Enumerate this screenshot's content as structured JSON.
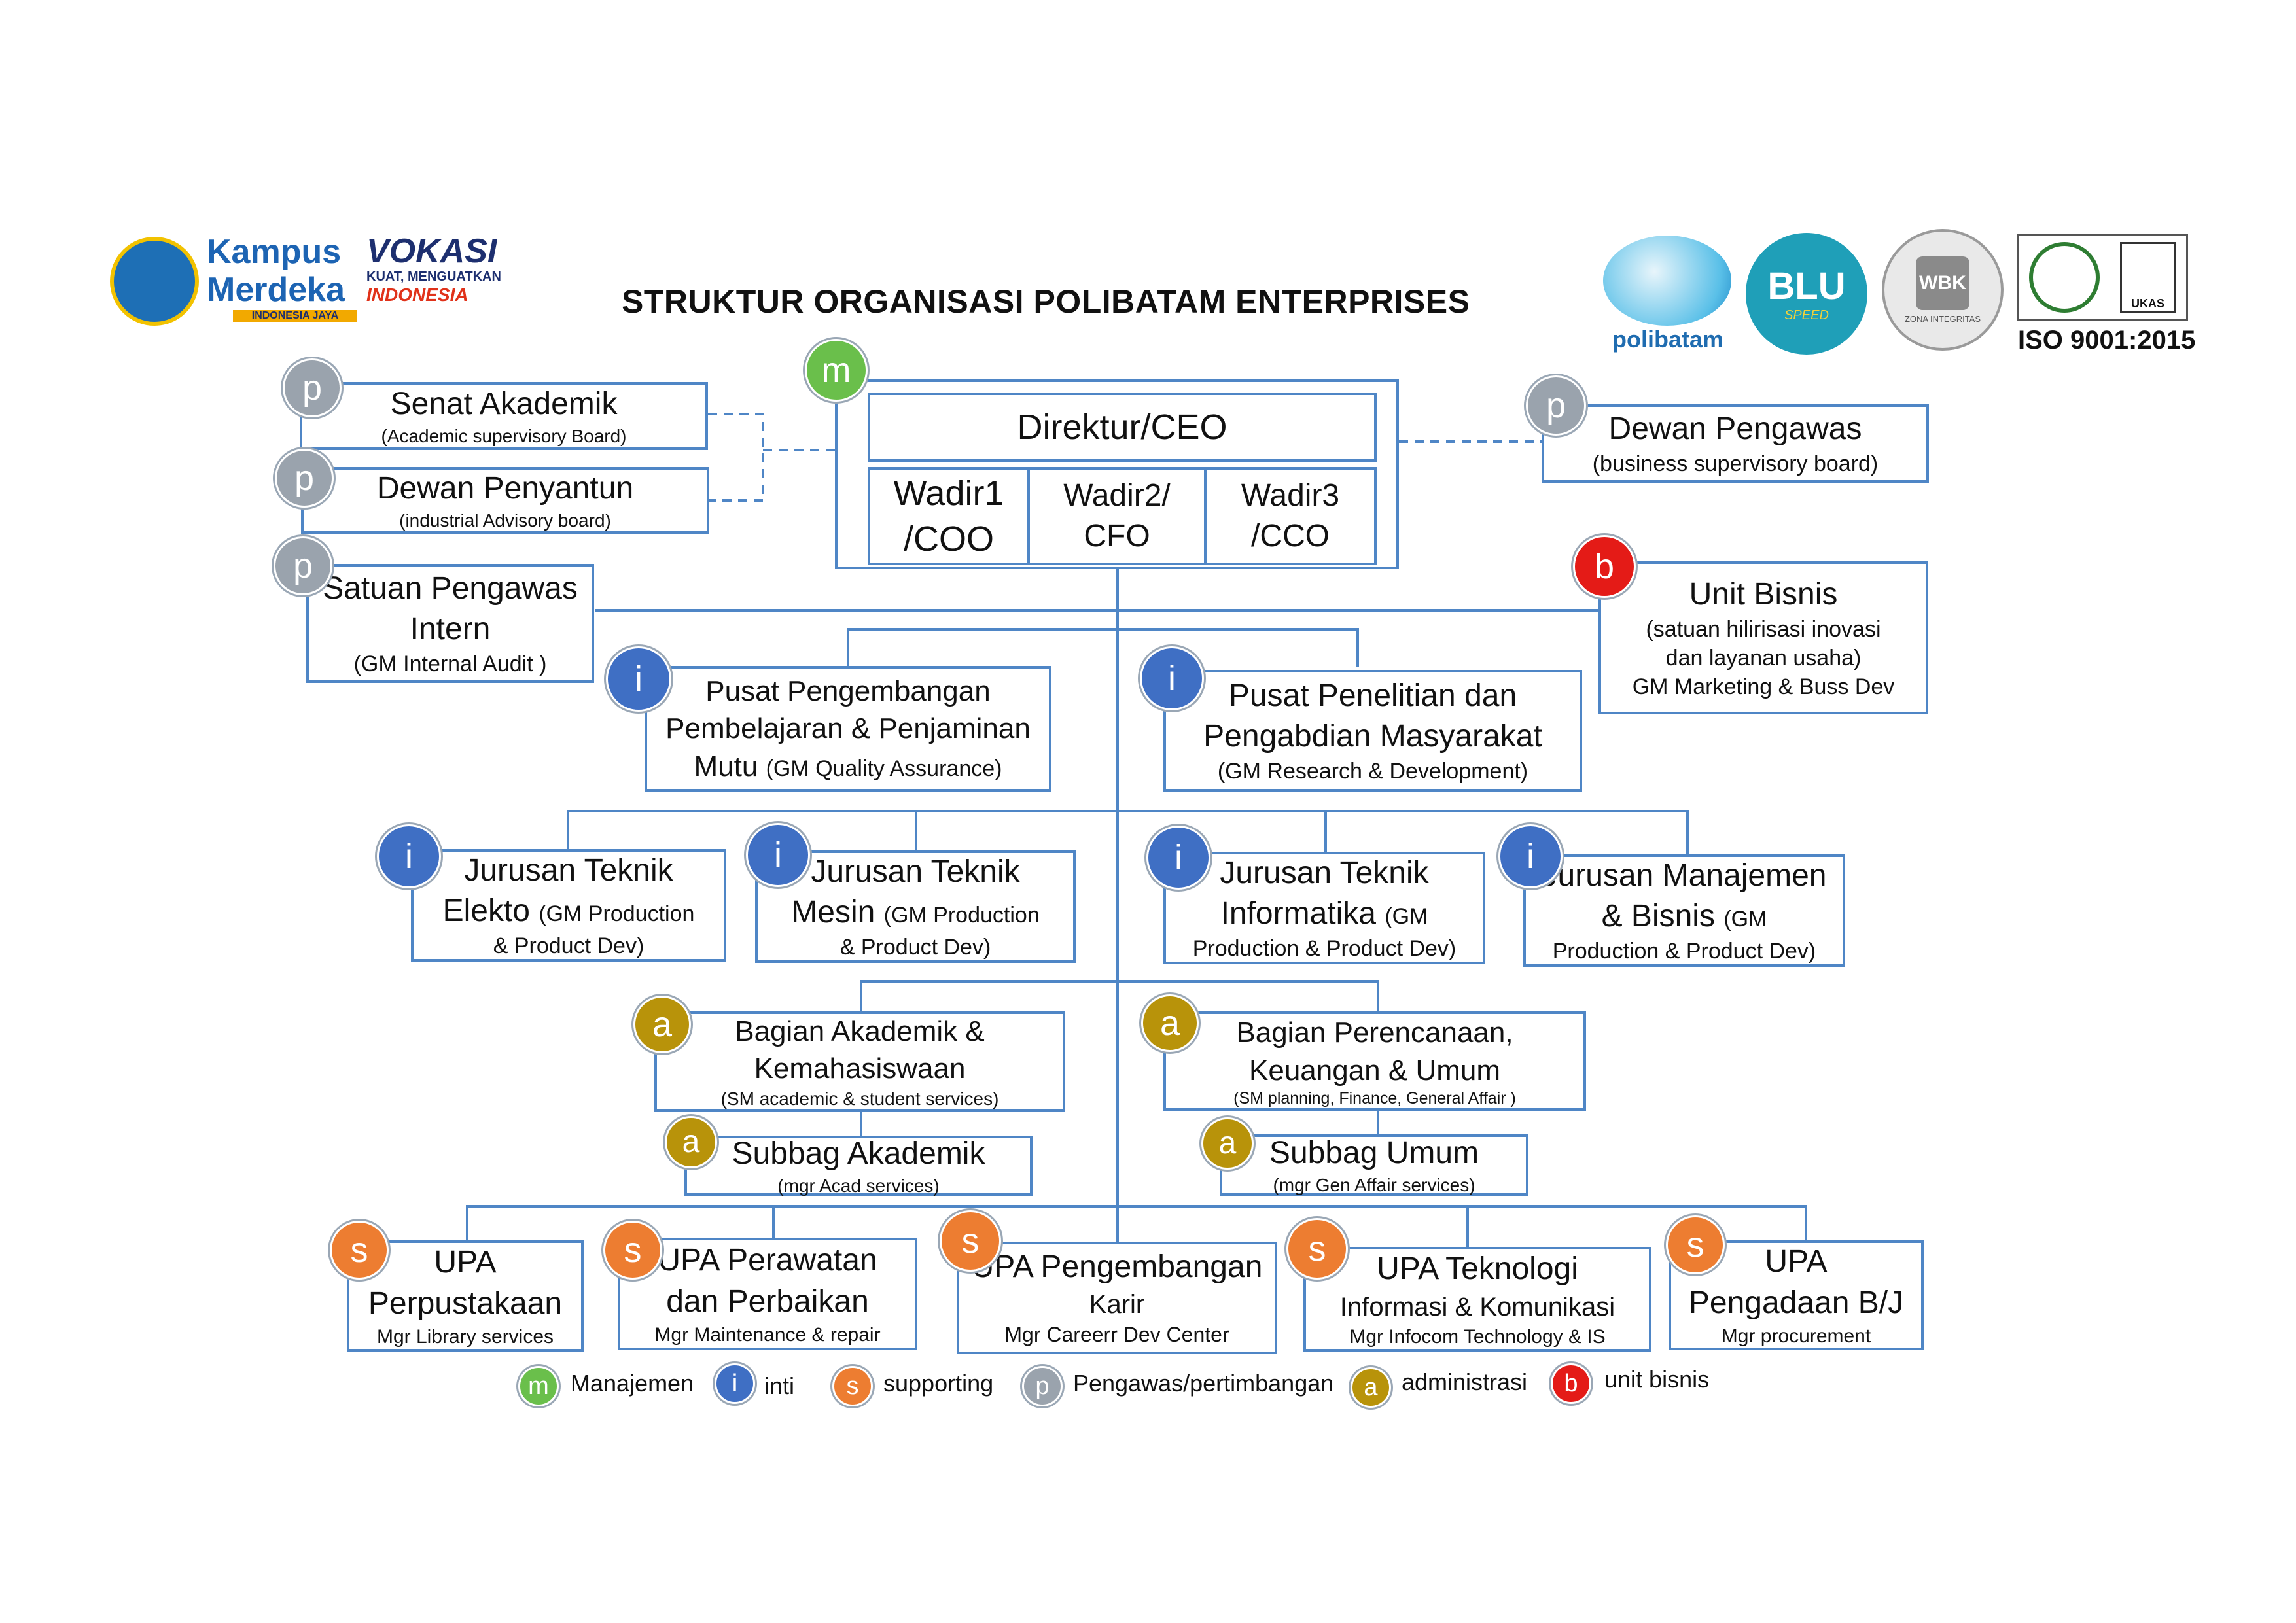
{
  "title": "STRUKTUR ORGANISASI POLIBATAM ENTERPRISES",
  "colors": {
    "m": "#6abf4b",
    "i": "#3f6fc4",
    "s": "#ed7d31",
    "p": "#9aa3ad",
    "a": "#b8930a",
    "b": "#e41b17",
    "line": "#4f86c6"
  },
  "logos": {
    "kampus": "Kampus Merdeka",
    "indonesia_jaya": "INDONESIA JAYA",
    "vokasi": "VOKASI",
    "vokasi_sub1": "KUAT, MENGUATKAN",
    "vokasi_sub2": "INDONESIA",
    "polibatam": "polibatam",
    "blu": "BLU",
    "blu_sub": "SPEED",
    "wbk": "WBK",
    "zona": "ZONA INTEGRITAS",
    "iso": "ISO 9001:2015",
    "ukas": "UKAS"
  },
  "nodes": {
    "senat": {
      "badge": "p",
      "title": "Senat Akademik",
      "sub": "(Academic supervisory Board)"
    },
    "penyantun": {
      "badge": "p",
      "title": "Dewan Penyantun",
      "sub": "(industrial Advisory board)"
    },
    "spi": {
      "badge": "p",
      "title1": "Satuan Pengawas",
      "title2": "Intern",
      "sub": "(GM Internal Audit )"
    },
    "direktur": {
      "badge": "m",
      "title": "Direktur/CEO"
    },
    "wadir1": {
      "l1": "Wadir1",
      "l2": "/COO"
    },
    "wadir2": {
      "l1": "Wadir2/",
      "l2": "CFO"
    },
    "wadir3": {
      "l1": "Wadir3",
      "l2": "/CCO"
    },
    "pengawas": {
      "badge": "p",
      "title": "Dewan Pengawas",
      "sub": "(business supervisory board)"
    },
    "unitbisnis": {
      "badge": "b",
      "title": "Unit Bisnis",
      "l1": "(satuan hilirisasi inovasi",
      "l2": "dan layanan usaha)",
      "l3": "GM Marketing & Buss Dev"
    },
    "p4mp": {
      "badge": "i",
      "l1": "Pusat Pengembangan",
      "l2": "Pembelajaran & Penjaminan",
      "l3a": "Mutu ",
      "l3b": "(GM Quality Assurance)"
    },
    "p2m": {
      "badge": "i",
      "l1": "Pusat Penelitian dan",
      "l2": "Pengabdian Masyarakat",
      "l3": "(GM Research & Development)"
    },
    "jte": {
      "badge": "i",
      "l1": "Jurusan Teknik",
      "l2a": "Elekto ",
      "l2b": "(GM Production",
      "l3": "& Product Dev)"
    },
    "jtm": {
      "badge": "i",
      "l1": "Jurusan Teknik",
      "l2a": "Mesin ",
      "l2b": "(GM Production",
      "l3": "& Product Dev)"
    },
    "jti": {
      "badge": "i",
      "l1": "Jurusan Teknik",
      "l2a": "Informatika ",
      "l2b": "(GM",
      "l3": "Production & Product Dev)"
    },
    "jmb": {
      "badge": "i",
      "l1": "Jurusan Manajemen",
      "l2a": "& Bisnis ",
      "l2b": "(GM",
      "l3": "Production & Product Dev)"
    },
    "bak": {
      "badge": "a",
      "l1": "Bagian Akademik &",
      "l2": "Kemahasiswaan",
      "l3": "(SM academic & student services)"
    },
    "bpku": {
      "badge": "a",
      "l1": "Bagian Perencanaan,",
      "l2": "Keuangan & Umum",
      "l3": "(SM planning, Finance, General Affair )"
    },
    "subak": {
      "badge": "a",
      "title": "Subbag Akademik",
      "sub": "(mgr Acad services)"
    },
    "subum": {
      "badge": "a",
      "title": "Subbag Umum",
      "sub": "(mgr Gen Affair services)"
    },
    "upa1": {
      "badge": "s",
      "l1": "UPA",
      "l2": "Perpustakaan",
      "l3": "Mgr Library services"
    },
    "upa2": {
      "badge": "s",
      "l1": "UPA Perawatan",
      "l2": "dan Perbaikan",
      "l3": "Mgr Maintenance & repair"
    },
    "upa3": {
      "badge": "s",
      "l1": "UPA Pengembangan",
      "l2": "Karir",
      "l3": "Mgr Careerr Dev Center"
    },
    "upa4": {
      "badge": "s",
      "l1": "UPA Teknologi",
      "l2": "Informasi & Komunikasi",
      "l3": "Mgr Infocom Technology & IS"
    },
    "upa5": {
      "badge": "s",
      "l1": "UPA",
      "l2": "Pengadaan B/J",
      "l3": "Mgr procurement"
    }
  },
  "legend": [
    {
      "badge": "m",
      "label": "Manajemen"
    },
    {
      "badge": "i",
      "label": "inti"
    },
    {
      "badge": "s",
      "label": "supporting"
    },
    {
      "badge": "p",
      "label": "Pengawas/pertimbangan"
    },
    {
      "badge": "a",
      "label": "administrasi"
    },
    {
      "badge": "b",
      "label": "unit bisnis"
    }
  ]
}
